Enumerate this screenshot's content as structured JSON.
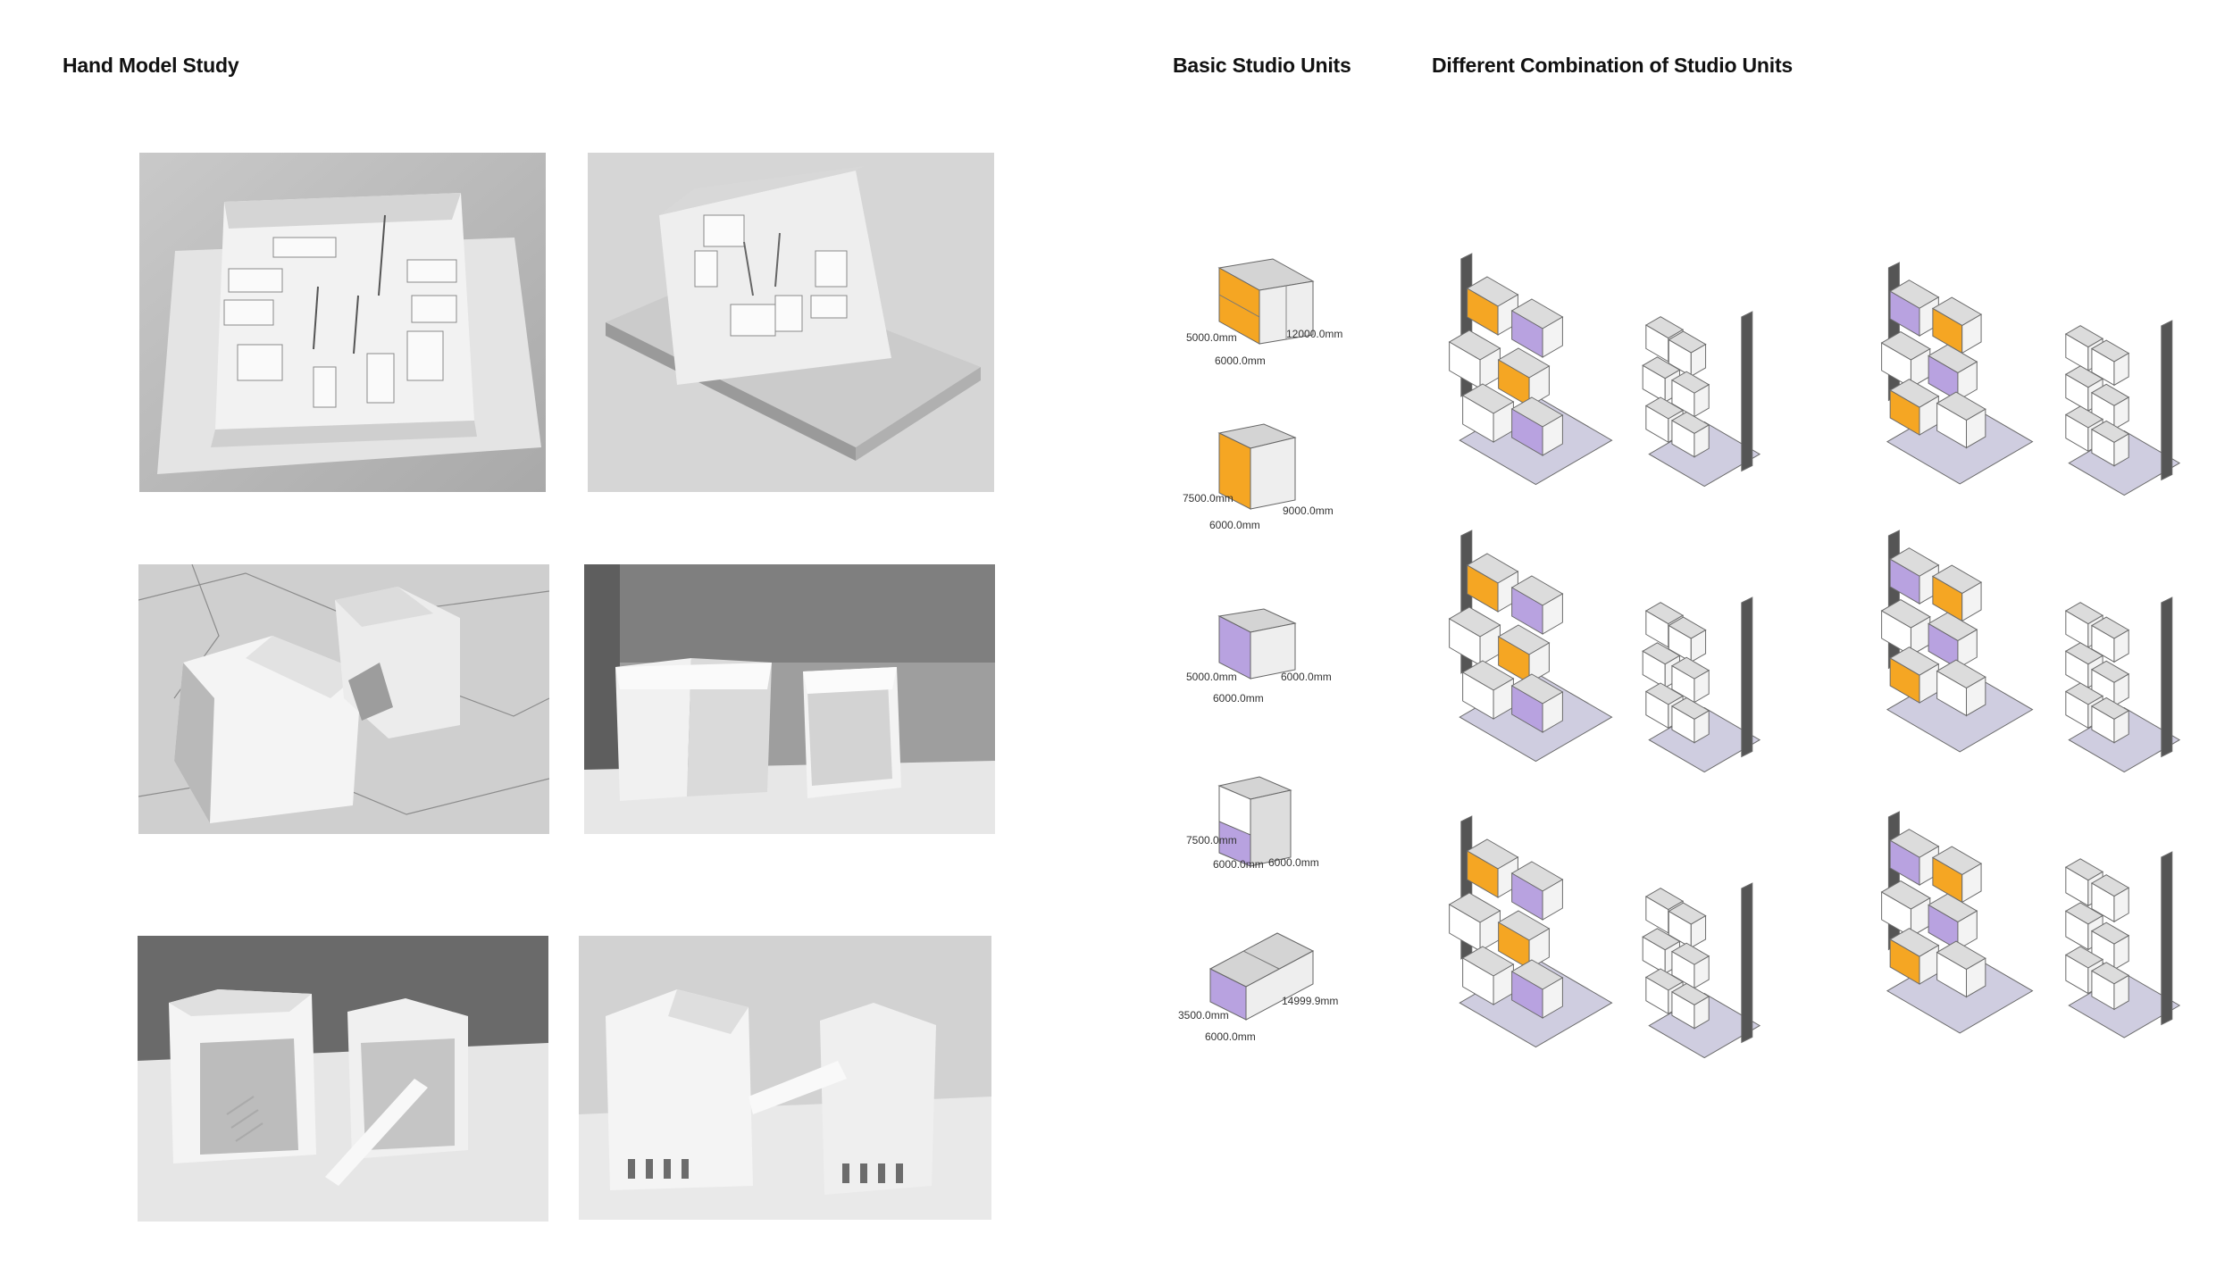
{
  "headings": {
    "hand_model": "Hand Model Study",
    "basic_units": "Basic Studio Units",
    "combinations": "Different Combination of Studio Units"
  },
  "colors": {
    "orange": "#f5a623",
    "purple": "#b8a2e0",
    "ground": "#cfcde0",
    "box_top": "#dcdcdc",
    "dark_core": "#555555"
  },
  "units": [
    {
      "d1": "5000.0mm",
      "d2": "12000.0mm",
      "d3": "6000.0mm",
      "color": "orange"
    },
    {
      "d1": "7500.0mm",
      "d2": "9000.0mm",
      "d3": "6000.0mm",
      "color": "orange"
    },
    {
      "d1": "5000.0mm",
      "d2": "6000.0mm",
      "d3": "6000.0mm",
      "color": "purple"
    },
    {
      "d1": "7500.0mm",
      "d2": "6000.0mm",
      "d3": "6000.0mm",
      "color": "purple"
    },
    {
      "d1": "3500.0mm",
      "d2": "14999.9mm",
      "d3": "6000.0mm",
      "color": "purple"
    }
  ]
}
